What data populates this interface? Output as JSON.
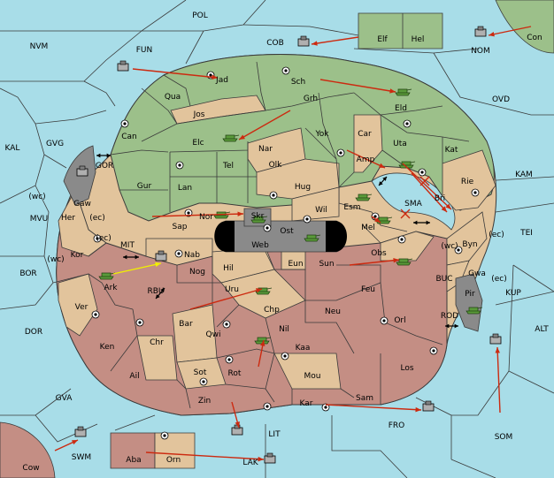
{
  "colors": {
    "sea": "#a8dde8",
    "green": "#9cc08a",
    "tan": "#e2c49c",
    "red": "#c48e84",
    "grey": "#8a8a8a",
    "black": "#000000",
    "arrow": "#cc2a10",
    "support": "#f0f000"
  },
  "map": {
    "seas": [
      "POL",
      "NVM",
      "FUN",
      "COB",
      "NOM",
      "Con",
      "OVD",
      "KAL",
      "GVG",
      "GOR",
      "MVU",
      "KAM",
      "SMA",
      "TEI",
      "BOR",
      "MIT",
      "RBU",
      "BUC",
      "KUP",
      "DOR",
      "ROD",
      "ALT",
      "GVA",
      "FRO",
      "LIT",
      "SOM",
      "SWM",
      "LAK",
      "Cow"
    ],
    "provinces": [
      "Elf",
      "Hel",
      "Jad",
      "Sch",
      "Qua",
      "Jos",
      "Grh",
      "Eld",
      "Can",
      "Elc",
      "Yok",
      "Car",
      "Nar",
      "Uta",
      "Kat",
      "Tel",
      "Olk",
      "Amp",
      "Gur",
      "Lan",
      "Hug",
      "Rie",
      "Bri",
      "Gaw",
      "Wil",
      "Esm",
      "Sap",
      "Nor",
      "Skr",
      "Ost",
      "Her",
      "Mel",
      "Byn",
      "Web",
      "Nab",
      "Kor",
      "Eun",
      "Sun",
      "Obs",
      "Gwa",
      "Hil",
      "Ark",
      "Nog",
      "Uru",
      "Feu",
      "Pir",
      "Ver",
      "Bar",
      "Chp",
      "Neu",
      "Orl",
      "Qwi",
      "Nil",
      "Ken",
      "Chr",
      "Kaa",
      "Ail",
      "Sot",
      "Rot",
      "Mou",
      "Los",
      "Zin",
      "Kar",
      "Sam",
      "Aba",
      "Orn"
    ],
    "annotations": [
      "(wc)",
      "(ec)",
      "(ec)",
      "(wc)",
      "(wc)",
      "(ec)",
      "(ec)"
    ]
  }
}
